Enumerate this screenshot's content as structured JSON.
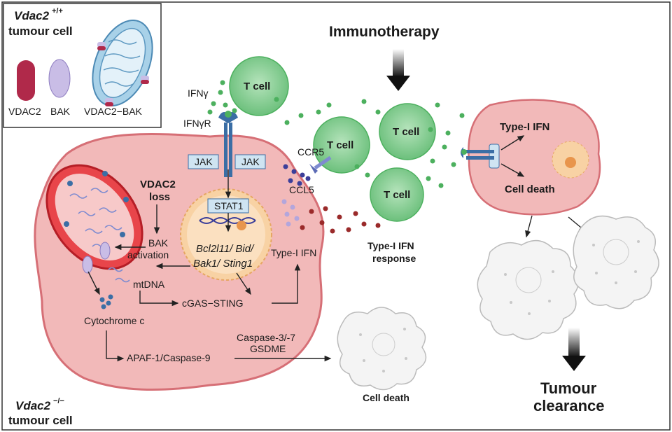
{
  "legend": {
    "title_gene": "Vdac2",
    "title_sup": "+/+",
    "title_rest": "tumour cell",
    "items": [
      "VDAC2",
      "BAK",
      "VDAC2−BAK"
    ]
  },
  "header": {
    "immunotherapy": "Immunotherapy"
  },
  "tumour_cell": {
    "gene": "Vdac2",
    "sup": "−/−",
    "rest": "tumour cell"
  },
  "labels": {
    "ifng": "IFNγ",
    "ifngr": "IFNγR",
    "jak": "JAK",
    "stat1": "STAT1",
    "genes_line1": "Bcl2l11/ Bid/",
    "genes_line2": "Bak1/ Sting1",
    "vdac2_loss_1": "VDAC2",
    "vdac2_loss_2": "loss",
    "bak_act_1": "BAK",
    "bak_act_2": "activation",
    "mtdna": "mtDNA",
    "cgas": "cGAS−STING",
    "cytochrome": "Cytochrome c",
    "apaf": "APAF-1/Caspase-9",
    "caspase_1": "Caspase-3/-7",
    "caspase_2": "GSDME",
    "type1_ifn": "Type-I IFN",
    "ifn_response_1": "Type-I IFN",
    "ifn_response_2": "response",
    "ccr5": "CCR5",
    "ccl5": "CCL5",
    "tcell": "T cell",
    "cell_death_center": "Cell death",
    "right_type1": "Type-I IFN",
    "right_celldeath": "Cell death",
    "clearance_1": "Tumour",
    "clearance_2": "clearance"
  },
  "colors": {
    "cell_fill": "#f2b9b9",
    "cell_stroke": "#d66f76",
    "mito_fill": "#e8454a",
    "tcell_fill": "#8fd19a",
    "tcell_dot": "#4cb05e",
    "receptor": "#3b6ea5",
    "jak_fill": "#cfe4f2",
    "nucleus": "#f8d2a4",
    "ccl5_dot": "#3c3f9a",
    "ifn_dot": "#9a2a2a",
    "dead_cell": "#eeeeee"
  }
}
